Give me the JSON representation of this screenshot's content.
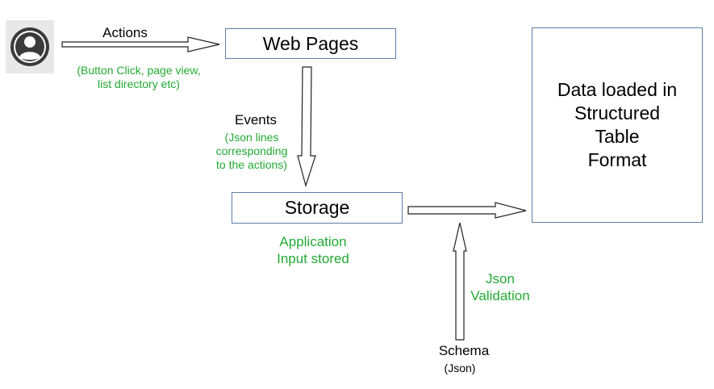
{
  "user": {
    "icon": "user-avatar-icon"
  },
  "nodes": {
    "web_pages": "Web Pages",
    "storage": "Storage",
    "output": [
      "Data loaded in",
      "Structured",
      "Table",
      "Format"
    ]
  },
  "labels": {
    "actions": "Actions",
    "actions_detail": [
      "(Button Click, page view,",
      "list directory etc)"
    ],
    "events": "Events",
    "events_detail": [
      "(Json lines",
      "corresponding",
      "to the actions)"
    ],
    "storage_note": [
      "Application",
      "Input stored"
    ],
    "json_validation": [
      "Json",
      "Validation"
    ],
    "schema": "Schema",
    "schema_format": "(Json)"
  },
  "colors": {
    "box_border": "#5b7fa6",
    "annotation": "#22aa33",
    "avatar_bg": "#e8e8e8",
    "avatar_fg": "#3a3a3a"
  }
}
